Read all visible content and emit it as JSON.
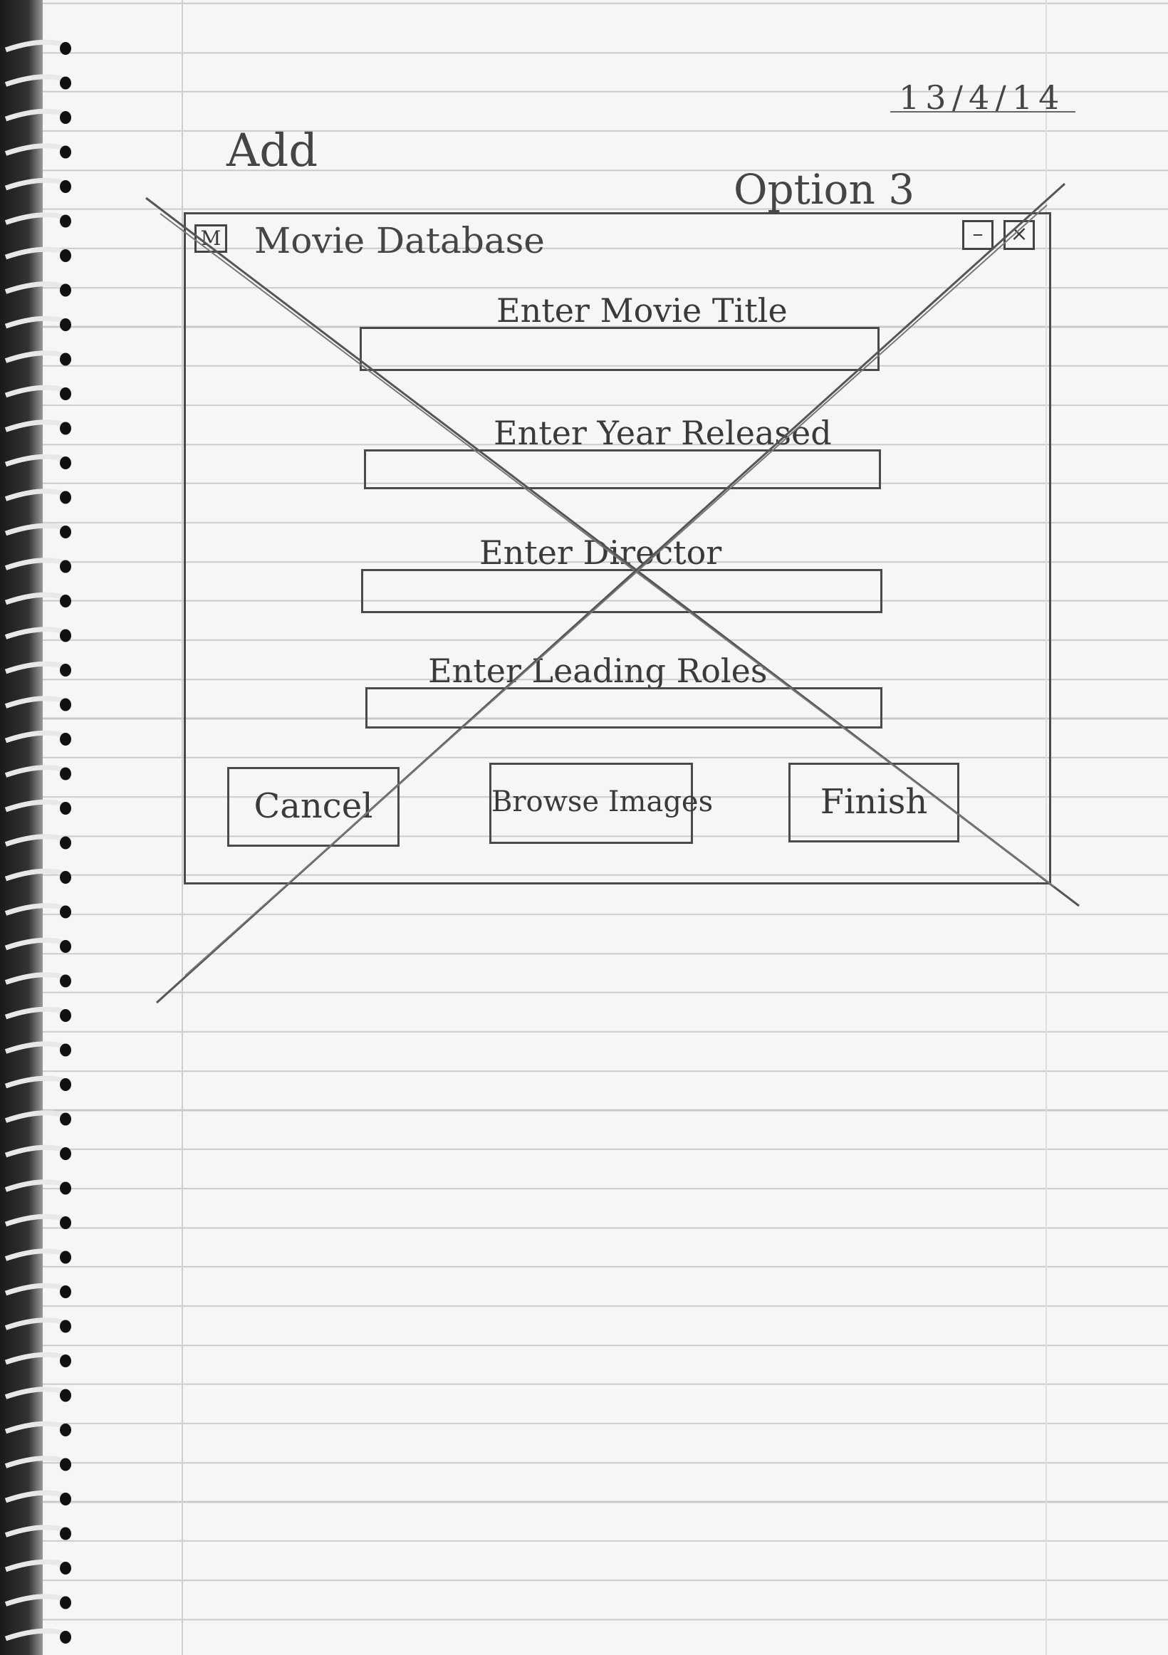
{
  "page": {
    "date": "13/4/14",
    "heading": "Add",
    "option_label": "Option 3"
  },
  "window": {
    "title": "Movie Database",
    "app_icon_glyph": "M",
    "minimize_glyph": "–",
    "close_glyph": "×"
  },
  "fields": [
    {
      "label": "Enter Movie Title",
      "value": ""
    },
    {
      "label": "Enter Year Released",
      "value": ""
    },
    {
      "label": "Enter Director",
      "value": ""
    },
    {
      "label": "Enter Leading Roles",
      "value": ""
    }
  ],
  "buttons": {
    "cancel": "Cancel",
    "browse": "Browse Images",
    "finish": "Finish"
  },
  "colors": {
    "paper": "#f6f6f6",
    "pencil": "#4a4a4a",
    "rule_lines": "#c9c9c9"
  }
}
